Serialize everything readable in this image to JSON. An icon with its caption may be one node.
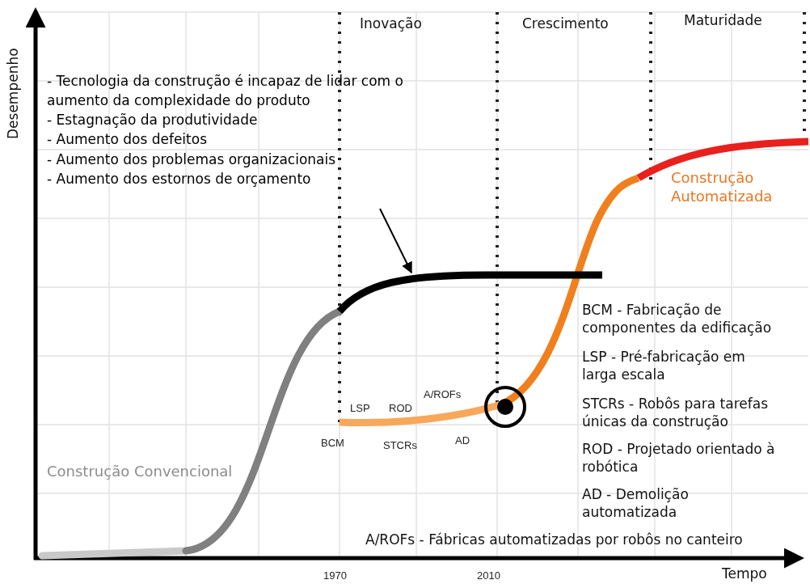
{
  "diagram": {
    "nodes": [
      {
        "text": [
          "- Tecnologia da construção é incapaz de lidar com o aumento da complexidade do produto",
          "- Estagnação da produtividade",
          "- Aumento dos defeitos",
          "- Aumento dos problemas organizacionais",
          "- Aumento dos estornos de orçamento"
        ]
      },
      {
        "text": [],
        "shape": "curve"
      }
    ],
    "edges": [
      {
        "from": 0,
        "to": 1,
        "arrow": "to"
      }
    ],
    "labels": [
      "Desempenho",
      "Inovação",
      "Crescimento",
      "Maturidade",
      "Construção Automatizada",
      "BCM - Fabricação de componentes da edificação",
      "LSP - Pré-fabricação em larga escala",
      "A/ROFs",
      "LSP",
      "ROD",
      "STCRs - Robôs para tarefas únicas da construção",
      "BCM",
      "STCRs",
      "AD",
      "ROD - Projetado orientado à robótica",
      "Construção Convencional",
      "AD - Demolição automatizada",
      "A/ROFs - Fábricas automatizadas por robôs no canteiro",
      "1970",
      "2010",
      "Tempo"
    ]
  }
}
